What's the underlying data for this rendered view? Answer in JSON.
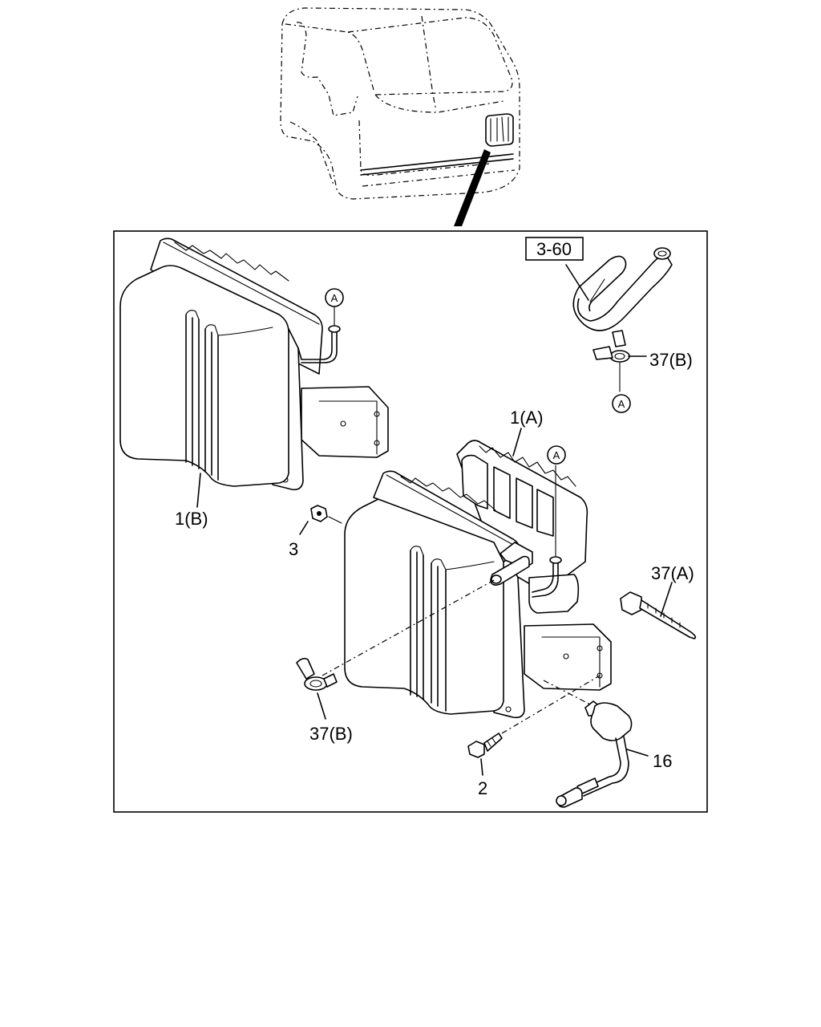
{
  "callouts": {
    "ref_box": "3-60",
    "c_37b_top": "37(B)",
    "c_1a": "1(A)",
    "c_1b": "1(B)",
    "c_3": "3",
    "c_37a": "37(A)",
    "c_37b_bottom": "37(B)",
    "c_2": "2",
    "c_16": "16"
  },
  "markers": {
    "a1": "A",
    "a2": "A",
    "a3": "A"
  }
}
